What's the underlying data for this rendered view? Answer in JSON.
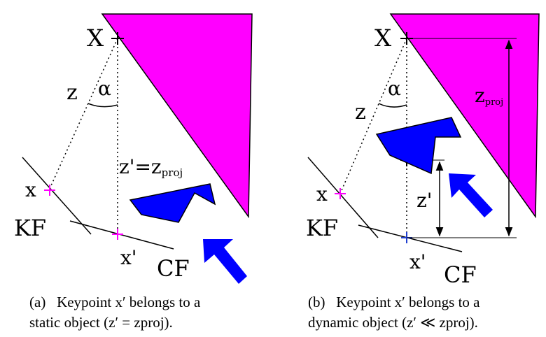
{
  "panel_a": {
    "labels": {
      "X": "X",
      "z": "z",
      "alpha": "α",
      "zeq_prefix": "z'=z",
      "zeq_sub": "proj",
      "x": "x",
      "xprime": "x'",
      "KF": "KF",
      "CF": "CF"
    },
    "caption": {
      "tag": "(a)",
      "line1": "Keypoint x′ belongs to a",
      "line2": "static object (z′ = zproj)."
    }
  },
  "panel_b": {
    "labels": {
      "X": "X",
      "z": "z",
      "alpha": "α",
      "zproj_prefix": "z",
      "zproj_sub": "proj",
      "zprime": "z'",
      "x": "x",
      "xprime": "x'",
      "KF": "KF",
      "CF": "CF"
    },
    "caption": {
      "tag": "(b)",
      "line1": "Keypoint x′ belongs to a",
      "line2": "dynamic object (z′ ≪ zproj)."
    }
  },
  "colors": {
    "magenta": "#ff00ff",
    "blue": "#0000ff",
    "black": "#000000",
    "marker_blue": "#1f3fd0"
  }
}
